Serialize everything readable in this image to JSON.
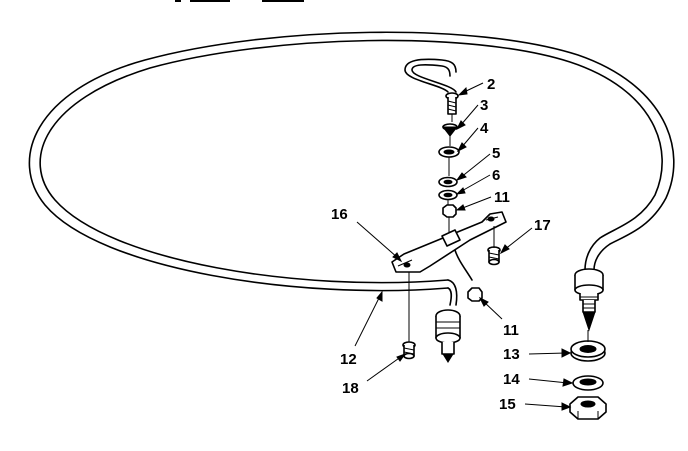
{
  "callouts": [
    {
      "id": "2",
      "label": "2"
    },
    {
      "id": "3",
      "label": "3"
    },
    {
      "id": "4",
      "label": "4"
    },
    {
      "id": "5",
      "label": "5"
    },
    {
      "id": "6",
      "label": "6"
    },
    {
      "id": "11a",
      "label": "11"
    },
    {
      "id": "16",
      "label": "16"
    },
    {
      "id": "17",
      "label": "17"
    },
    {
      "id": "11b",
      "label": "11"
    },
    {
      "id": "12",
      "label": "12"
    },
    {
      "id": "13",
      "label": "13"
    },
    {
      "id": "14",
      "label": "14"
    },
    {
      "id": "15",
      "label": "15"
    },
    {
      "id": "18",
      "label": "18"
    }
  ]
}
